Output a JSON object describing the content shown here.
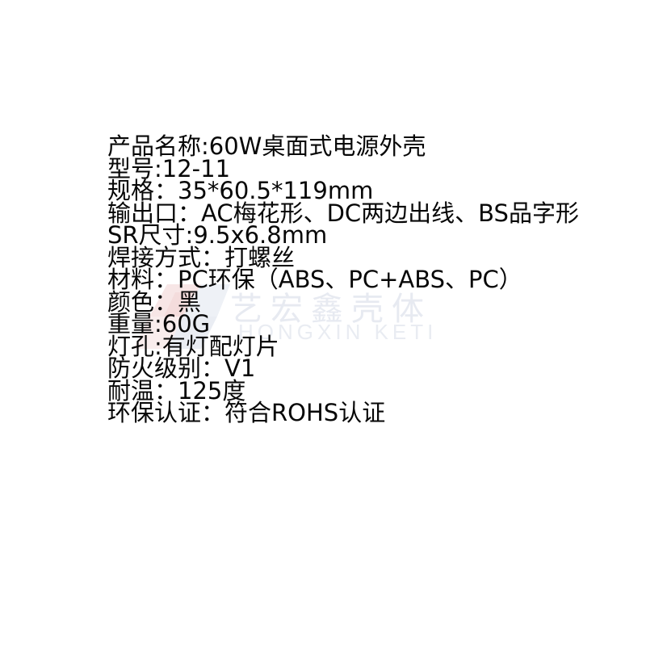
{
  "background_color": "#ffffff",
  "text_color": "#070707",
  "watermark": {
    "brand_cn": "艺宏鑫壳体",
    "brand_en": "HONGXIN KETI",
    "mark_color_pink": "#f7e6e6",
    "mark_color_blue": "#eaedf3",
    "text_color_cn": "#e7eaf1",
    "text_color_en": "#e9ecf2"
  },
  "spec": {
    "lines": [
      "产品名称:60W桌面式电源外壳",
      "型号:12-11",
      "规格：35*60.5*119mm",
      "输出口：AC梅花形、DC两边出线、BS品字形",
      "SR尺寸:9.5x6.8mm",
      "焊接方式：打螺丝",
      "材料：PC环保（ABS、PC+ABS、PC）",
      "颜色：黑",
      "重量:60G",
      "灯孔:有灯配灯片",
      "防火级别：V1",
      "耐温：125度",
      "环保认证：符合ROHS认证"
    ]
  }
}
